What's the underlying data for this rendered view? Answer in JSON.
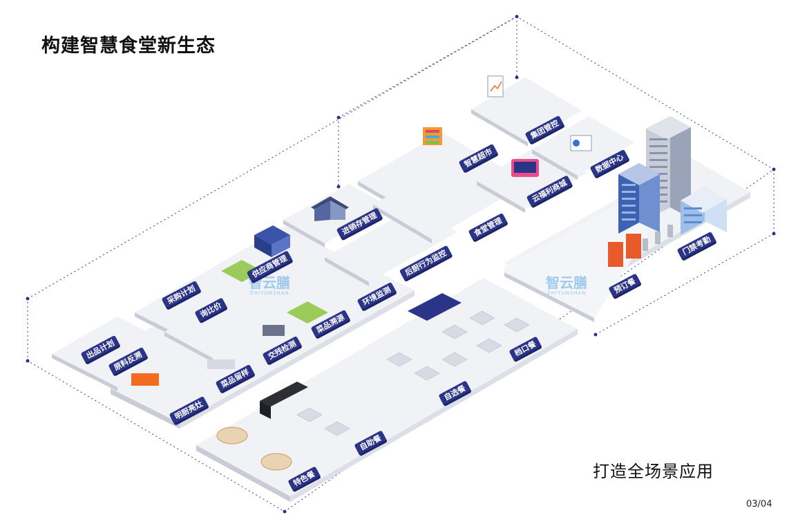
{
  "title": "构建智慧食堂新生态",
  "subtitle": "打造全场景应用",
  "page_number": "03/04",
  "watermark": {
    "text": "智云膳",
    "sub": "ZHIYUNSHAN"
  },
  "colors": {
    "tag_fill": "#2b3487",
    "tag_edge": "#1b2466",
    "accent_orange": "#f36b21",
    "accent_red": "#e2522b",
    "floor_top": "#f1f2f6",
    "floor_side": "#c9ccd7",
    "dotted_line": "#2b3487"
  },
  "modules": {
    "chupin_jihua": "出品计划",
    "yuanliao_fansu": "原料反溯",
    "mingchu_liangzao": "明厨亮灶",
    "caipin_liuyang": "菜品留样",
    "jiaocan_jiance": "交残检测",
    "caipin_suyuan": "菜品溯源",
    "caigou_jihua": "采购计划",
    "xunbijia": "询比价",
    "gongyingshang_guanli": "供应商管理",
    "jinxiaocun_guanli": "进销存管理",
    "huanjing_jiance": "环境监测",
    "houchu_xingwei_jiankong": "后厨行为监控",
    "tekou_can": "档口餐",
    "zixuan_can": "自选餐",
    "zizhu_can": "自助餐",
    "tese_can": "特色餐",
    "zhihui_chaoshi": "智慧超市",
    "shitang_guanli": "食堂管理",
    "yunfuli_shangcheng": "云福利商城",
    "jituan_guankong": "集团管控",
    "shuju_zhongxin": "数据中心",
    "yuding_can": "预订餐",
    "menjin_kaoqin": "门禁考勤"
  }
}
